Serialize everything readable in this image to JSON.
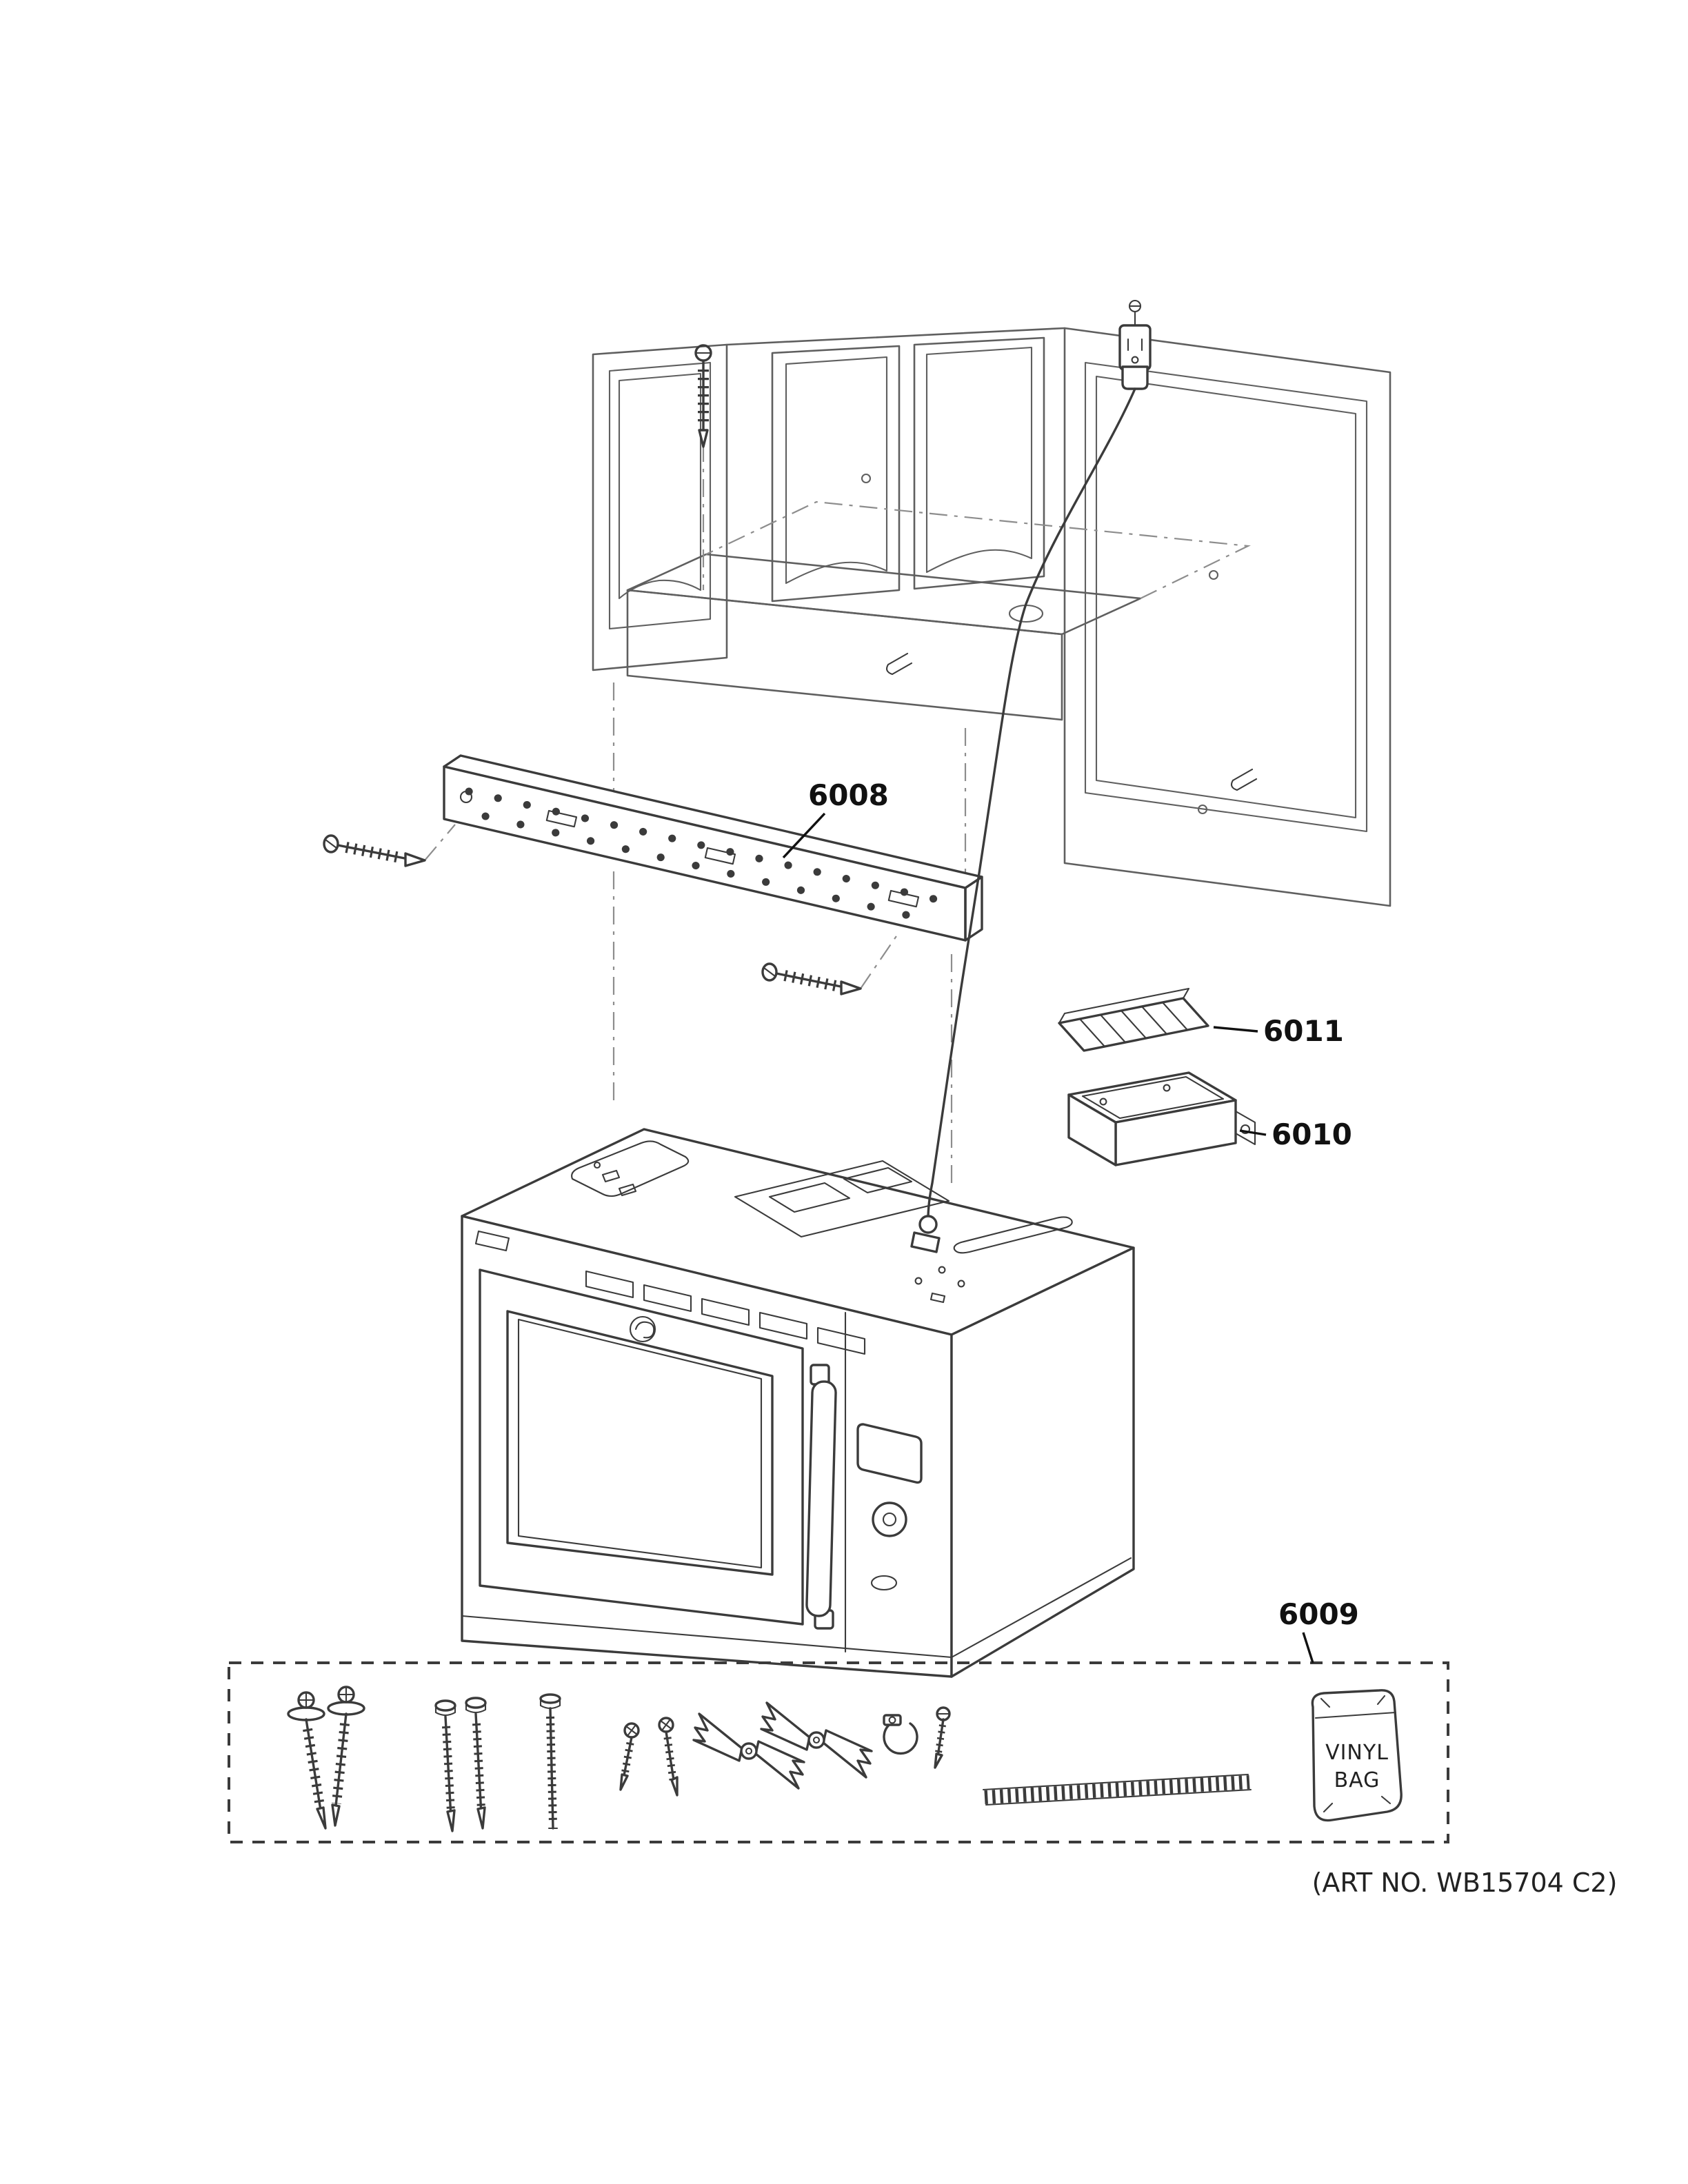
{
  "parts": [
    {
      "callout": "6008"
    },
    {
      "callout": "6011"
    },
    {
      "callout": "6010"
    },
    {
      "callout": "6009"
    }
  ],
  "vinyl_bag": {
    "line1": "VINYL",
    "line2": "BAG"
  },
  "footer": {
    "art_no": "(ART NO. WB15704 C2)"
  },
  "colors": {
    "line": "#3b3b3b",
    "cabinet_line": "#5f5f5f",
    "background": "#ffffff"
  }
}
